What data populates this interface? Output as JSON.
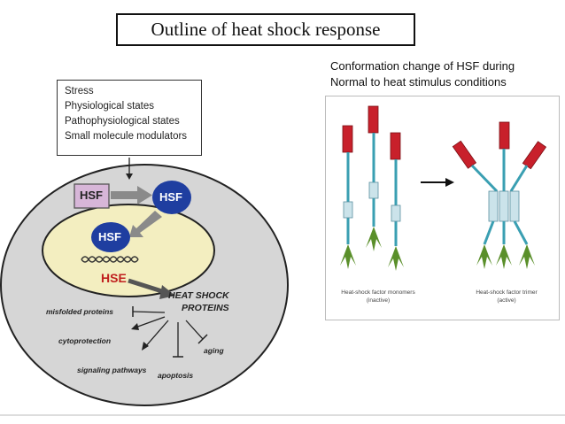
{
  "title": "Outline of heat shock response",
  "left_diagram": {
    "stress_lines": [
      "Stress",
      "Physiological states",
      "Pathophysiological states",
      "Small molecule modulators"
    ],
    "hsf_inactive": "HSF",
    "hsf_active": "HSF",
    "hsf_nuclear": "HSF",
    "hse": "HSE",
    "hsp_line1": "HEAT SHOCK",
    "hsp_line2": "PROTEINS",
    "outcomes": {
      "misfolded": "misfolded proteins",
      "cytoprotection": "cytoprotection",
      "signaling": "signaling pathways",
      "apoptosis": "apoptosis",
      "aging": "aging"
    }
  },
  "right_caption": {
    "line1": "Conformation change of HSF during",
    "line2": "Normal to heat stimulus conditions"
  },
  "right_panel": {
    "monomers_line1": "Heat-shock factor monomers",
    "monomers_line2": "(inactive)",
    "trimer_line1": "Heat-shock factor trimer",
    "trimer_line2": "(active)"
  },
  "colors": {
    "cell": "#d6d6d6",
    "nucleus": "#f3eec0",
    "hsf_blue": "#1f3ea0",
    "hsf_inactive": "#d7b6d8",
    "hse_red": "#c0201f",
    "red_domain": "#c8202b",
    "teal_stem": "#3a9fb2",
    "green_leaf": "#5a8f2a"
  }
}
